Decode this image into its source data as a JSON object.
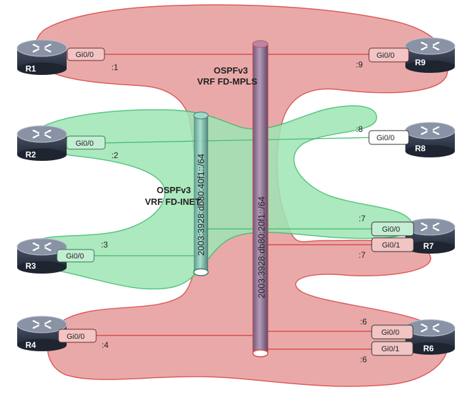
{
  "domains": {
    "mpls": {
      "line1": "OSPFv3",
      "line2": "VRF FD-MPLS",
      "fill": "#e8a0a0",
      "stroke": "#d84a4a"
    },
    "inet": {
      "line1": "OSPFv3",
      "line2": "VRF FD-INET",
      "fill": "#9ee6b5",
      "stroke": "#3dbb6b"
    }
  },
  "subnets": {
    "mpls": "2003:3928:db80:20f1::/64",
    "inet": "2003:3928:db80:40f1::/64"
  },
  "routers": {
    "R1": {
      "name": "R1",
      "intf": "Gi0/0",
      "host": ":1"
    },
    "R2": {
      "name": "R2",
      "intf": "Gi0/0",
      "host": ":2"
    },
    "R3": {
      "name": "R3",
      "intf": "Gi0/0",
      "host": ":3"
    },
    "R4": {
      "name": "R4",
      "intf": "Gi0/0",
      "host": ":4"
    },
    "R9": {
      "name": "R9",
      "intf": "Gi0/0",
      "host": ":9"
    },
    "R8": {
      "name": "R8",
      "intf": "Gi0/0",
      "host": ":8"
    },
    "R7": {
      "name": "R7",
      "intf_a": "Gi0/0",
      "host_a": ":7",
      "intf_b": "Gi0/1",
      "host_b": ":7"
    },
    "R6": {
      "name": "R6",
      "intf_a": "Gi0/0",
      "host_a": ":6",
      "intf_b": "Gi0/1",
      "host_b": ":6"
    }
  },
  "colors": {
    "router_body": "#2f3747",
    "router_top": "#8a93a6",
    "mpls_link": "#d83a3a",
    "inet_link": "#3dbb6b",
    "intf_red_fill": "#f2c4c4",
    "intf_white_fill": "#ffffff"
  }
}
